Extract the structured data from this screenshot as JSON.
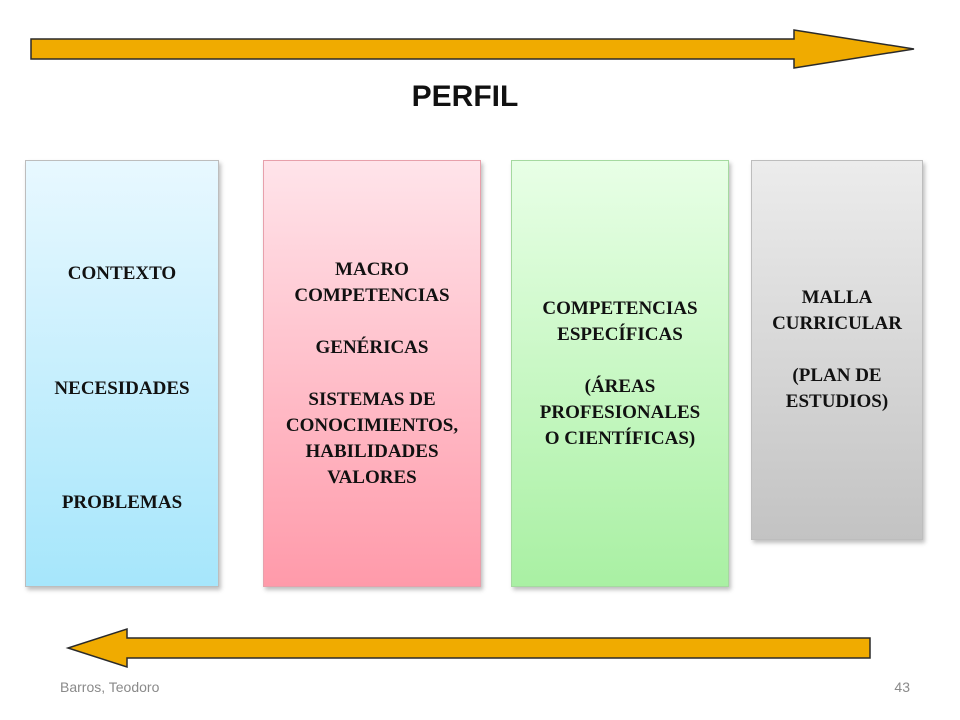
{
  "title": "PERFIL",
  "boxes": {
    "context": [
      "CONTEXTO",
      "NECESIDADES",
      "PROBLEMAS"
    ],
    "macro": [
      "MACRO",
      "COMPETENCIAS",
      "",
      "GENÉRICAS",
      "",
      "SISTEMAS DE",
      "CONOCIMIENTOS,",
      "HABILIDADES",
      "VALORES"
    ],
    "spec": [
      "COMPETENCIAS",
      "ESPECÍFICAS",
      "",
      "(ÁREAS",
      "PROFESIONALES",
      "O CIENTÍFICAS)"
    ],
    "malla": [
      "MALLA",
      "CURRICULAR",
      "",
      "(PLAN DE",
      "ESTUDIOS)"
    ]
  },
  "arrows": {
    "top_direction": "right",
    "bottom_direction": "left",
    "color": "#f0ab00"
  },
  "colors": {
    "context": "#a6e6fb",
    "macro": "#ff9aaa",
    "spec": "#a9f0a3",
    "malla": "#c3c3c3"
  },
  "footer": {
    "author": "Barros, Teodoro",
    "page": "43"
  }
}
